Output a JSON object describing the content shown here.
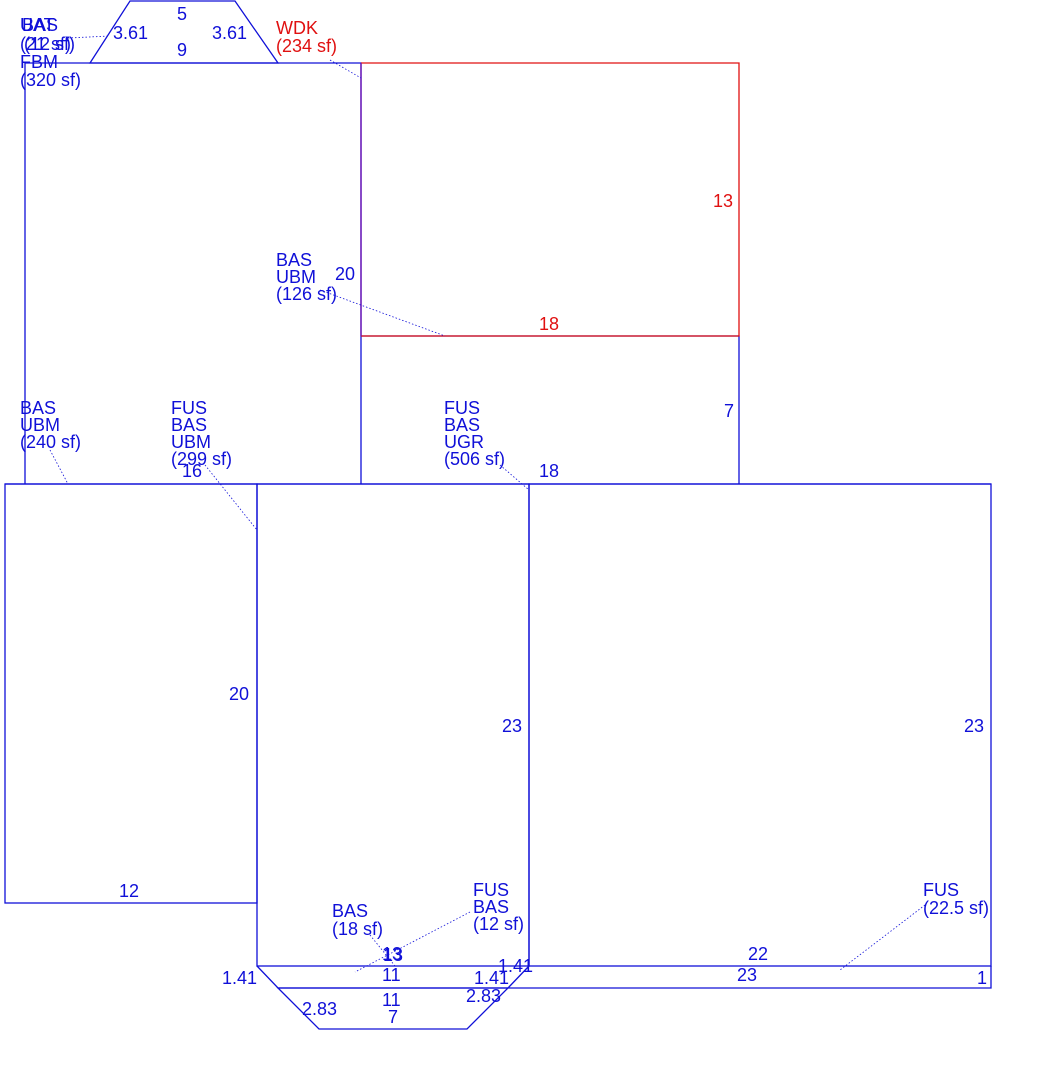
{
  "colors": {
    "main": "#1010d8",
    "deck": "#e01010",
    "leader": "#1010d8"
  },
  "areas": {
    "top_bay_code1": "UAT",
    "top_bay_code2": "BAS",
    "top_bay_area": "(12 sf)",
    "top_bay_area_overlap": "(21 sf)",
    "upper_left_fbm": "FBM",
    "upper_left_area": "(320 sf)",
    "deck_code": "WDK",
    "deck_area": "(234 sf)",
    "mid_bas": "BAS",
    "mid_ubm": "UBM",
    "mid_area": "(126 sf)",
    "left_bas": "BAS",
    "left_ubm": "UBM",
    "left_area": "(240 sf)",
    "center_fus": "FUS",
    "center_bas": "BAS",
    "center_ubm": "UBM",
    "center_area": "(299 sf)",
    "right_fus": "FUS",
    "right_bas": "BAS",
    "right_ugr": "UGR",
    "right_area": "(506 sf)",
    "small_bas": "BAS",
    "small_area": "(18 sf)",
    "small_fus": "FUS",
    "small_fus_bas": "BAS",
    "small_fus_area": "(12 sf)",
    "strip_fus": "FUS",
    "strip_area": "(22.5 sf)"
  },
  "dimensions": {
    "top_bay_top": "5",
    "top_bay_left": "3.61",
    "top_bay_right": "3.61",
    "top_bay_bottom": "9",
    "deck_right": "13",
    "deck_bottom": "18",
    "mid_side": "20",
    "right_side_7": "7",
    "upper_right_bottom": "18",
    "center_top": "16",
    "left_side": "20",
    "left_bottom": "12",
    "center_right": "23",
    "far_right": "23",
    "bottom_22": "22",
    "bottom_23": "23",
    "bottom_1": "1",
    "small_13a": "13",
    "small_13b": "13",
    "small_11a": "11",
    "small_11b": "11",
    "diag_141_left": "1.41",
    "diag_141_mid": "1.41",
    "diag_141_right": "1.41",
    "diag_283_left": "2.83",
    "diag_283_right": "2.83",
    "bottom_7": "7"
  }
}
